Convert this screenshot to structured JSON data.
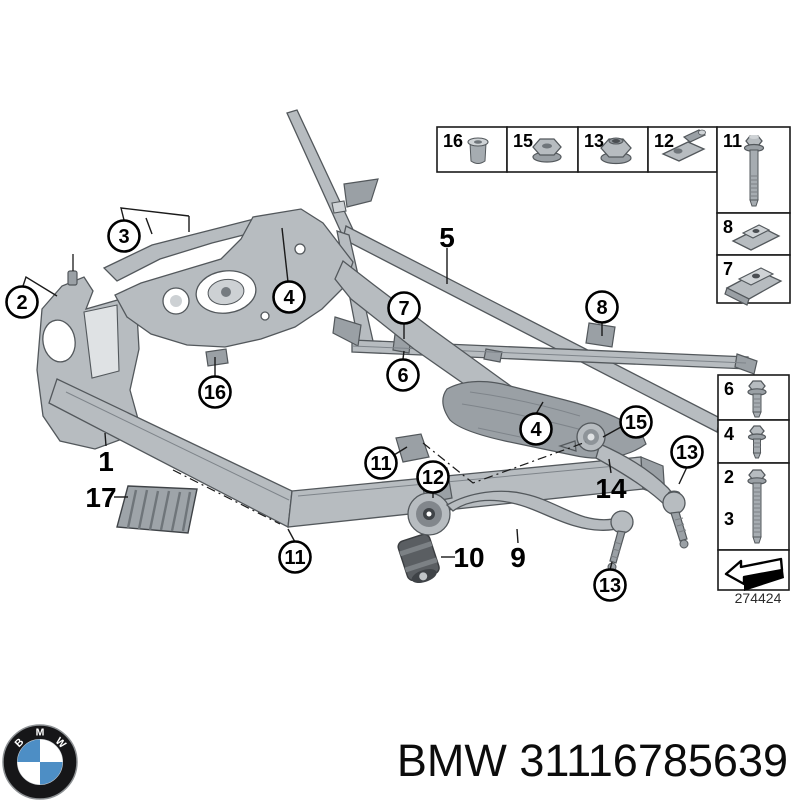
{
  "product": {
    "display_text": "BMW 31116785639"
  },
  "drawing_number": "274424",
  "logo": {
    "letters": [
      "B",
      "M",
      "W"
    ]
  },
  "accent_colors": {
    "roundel_blue": "#4d8ec5",
    "roundel_black": "#161618",
    "line_black": "#1a1a1a"
  },
  "legend_top": {
    "items": [
      {
        "label": "16",
        "icon": "blind-rivet-nut"
      },
      {
        "label": "15",
        "icon": "hex-flange-nut"
      },
      {
        "label": "13",
        "icon": "hex-flange-lock-nut"
      },
      {
        "label": "12",
        "icon": "weld-nut-plate"
      }
    ],
    "column": [
      {
        "label": "11",
        "icon": "long-hex-flange-bolt"
      },
      {
        "label": "8",
        "icon": "cage-nut-clip"
      },
      {
        "label": "7",
        "icon": "cage-nut-clip-large"
      }
    ]
  },
  "legend_side": {
    "items": [
      {
        "label": "6",
        "icon": "hex-flange-bolt-medium"
      },
      {
        "label": "4",
        "icon": "hex-flange-bolt-short"
      },
      {
        "label": "2",
        "label_b": "3",
        "icon": "hex-flange-bolt-long"
      },
      {
        "icon": "direction-of-travel-arrow"
      }
    ]
  },
  "callouts": {
    "c1": "1",
    "c2": "2",
    "c3": "3",
    "c4": "4",
    "c5": "5",
    "c6": "6",
    "c7": "7",
    "c8": "8",
    "c9": "9",
    "c10": "10",
    "c11": "11",
    "c12": "12",
    "c13": "13",
    "c14": "14",
    "c15": "15",
    "c16": "16",
    "c17": "17"
  }
}
